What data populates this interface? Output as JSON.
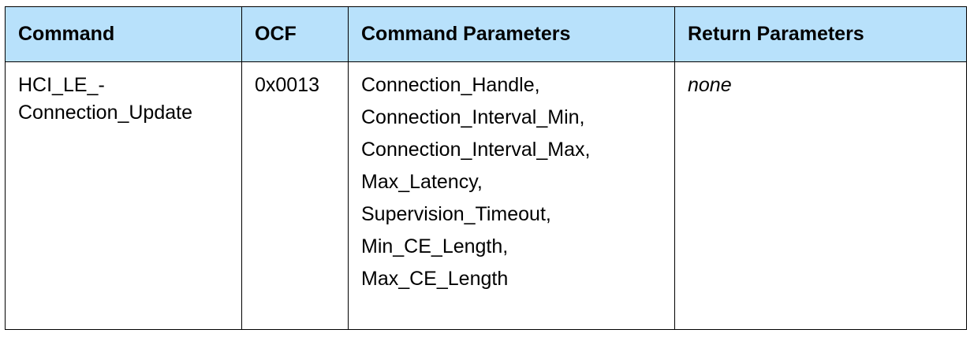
{
  "table": {
    "headers": [
      "Command",
      "OCF",
      "Command Parameters",
      "Return Parameters"
    ],
    "row": {
      "command_line1": "HCI_LE_-",
      "command_line2": "Connection_Update",
      "ocf": "0x0013",
      "command_parameters": [
        "Connection_Handle,",
        "Connection_Interval_Min,",
        "Connection_Interval_Max,",
        "Max_Latency,",
        "Supervision_Timeout,",
        "Min_CE_Length,",
        "Max_CE_Length"
      ],
      "return_parameters": "none"
    }
  },
  "colors": {
    "header_background": "#b8e1fb",
    "border": "#000000",
    "text": "#000000"
  }
}
